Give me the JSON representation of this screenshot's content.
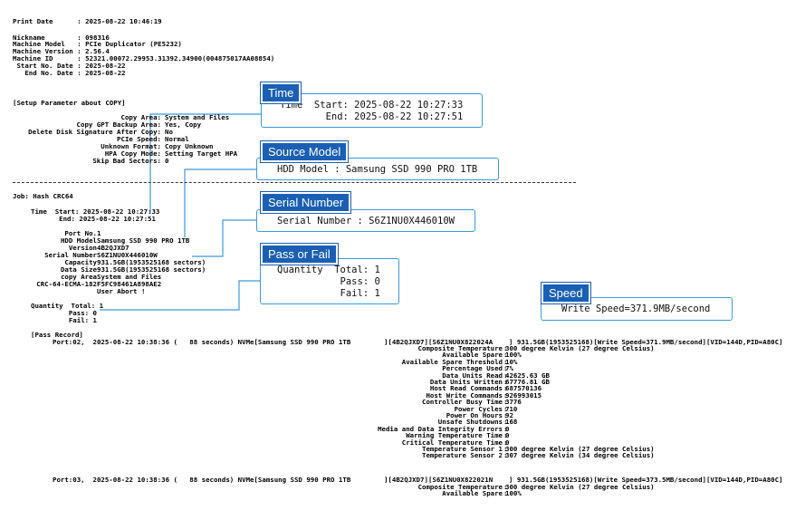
{
  "header": {
    "print_date": "Print Date      : 2025-08-22 10:46:19",
    "nickname": "Nickname        : 098316",
    "machine_model": "Machine Model   : PCIe Duplicator (PE5232)",
    "machine_version": "Machine Version : 2.56.4",
    "machine_id": "Machine ID      : 52321.00072.29953.31392.34900(004875017AA08854)",
    "start_date": " Start No. Date : 2025-08-22",
    "end_date": "   End No. Date : 2025-08-22"
  },
  "setup": {
    "title": "[Setup Parameter about COPY]",
    "labels": [
      "Copy Area:",
      "Copy GPT Backup Area:",
      "Delete Disk Signature After Copy:",
      "PCIe Speed:",
      "Unknown Format:",
      "HPA Copy Mode:",
      "Skip Bad Sectors:"
    ],
    "values": [
      "System and Files",
      "Yes, Copy",
      "No",
      "Normal",
      "Copy Unknown",
      "Setting Target HPA",
      "0"
    ]
  },
  "job": {
    "title": "Job: Hash CRC64",
    "time_start": "Time  Start: 2025-08-22 10:27:33",
    "time_end": "       End: 2025-08-22 10:27:51",
    "labels": [
      "Port No.",
      "HDD Model",
      "Version",
      "Serial Number",
      "Capacity",
      "Data Size",
      "copy Area",
      "CRC-64-ECMA-182"
    ],
    "values": [
      "1",
      "Samsung SSD 990 PRO 1TB",
      "4B2QJXD7",
      "S6Z1NU0X446010W",
      "931.5GB(1953525168 sectors)",
      "931.5GB(1953525168 sectors)",
      "System and Files",
      "F5FC98461A898AE2"
    ],
    "abort": "User Abort !",
    "quantity_total": "Quantity  Total: 1",
    "quantity_pass": "Pass: 0",
    "quantity_fail": "Fail: 1"
  },
  "pass_record": {
    "title": "[Pass Record]",
    "port02_line": "Port:02,  2025-08-22 10:38:36 (   88 seconds) NVMe[Samsung SSD 990 PRO 1TB",
    "port02_right": "][4B2QJXD7][S6Z1NU0X822024A    ] 931.5GB(1953525168)[Write Speed=371.9MB/second][VID=144D,PID=A80C]",
    "smart_labels": [
      "Composite Temperature",
      "Available Spare",
      "Available Spare Threshold",
      "Percentage Used",
      "Data Units Read",
      "Data Units Written",
      "Host Read Commands",
      "Host Write Commands",
      "Controller Busy Time",
      "Power Cycles",
      "Power On Hours",
      "Unsafe Shutdowns",
      "Media and Data Integrity Errors",
      "Warning Temperature Time",
      "Critical Temperature Time",
      "Temperature Sensor 1",
      "Temperature Sensor 2"
    ],
    "smart_values": [
      "300 degree Kelvin (27 degree Celsius)",
      "100%",
      "10%",
      "7%",
      "42625.63 GB",
      "67776.81 GB",
      "687570136",
      "926993015",
      "3776",
      "710",
      "92",
      "168",
      "0",
      "0",
      "0",
      "300 degree Kelvin (27 degree Celsius)",
      "307 degree Kelvin (34 degree Celsius)"
    ],
    "port03_line": "Port:03,  2025-08-22 10:38:36 (   88 seconds) NVMe[Samsung SSD 990 PRO 1TB",
    "port03_right": "][4B2QJXD7][S6Z1NU0X822021N    ] 931.5GB(1953525168)[Write Speed=373.5MB/second][VID=144D,PID=A80C]",
    "port03_labels": [
      "Composite Temperature",
      "Available Spare"
    ],
    "port03_values": [
      "300 degree Kelvin (27 degree Celsius)",
      "100%"
    ]
  },
  "callouts": {
    "time": {
      "title": "Time",
      "text": "Time  Start: 2025-08-22 10:27:33\n        End: 2025-08-22 10:27:51"
    },
    "source_model": {
      "title": "Source Model",
      "text": "HDD Model : Samsung SSD 990 PRO 1TB"
    },
    "serial_number": {
      "title": "Serial Number",
      "text": "Serial Number : S6Z1NU0X446010W"
    },
    "pass_fail": {
      "title": "Pass or Fail",
      "text": "Quantity  Total: 1\n           Pass: 0\n           Fail: 1"
    },
    "speed": {
      "title": "Speed",
      "text": "Write Speed=371.9MB/second"
    }
  },
  "colors": {
    "callout_title_bg": "#1a5fb4",
    "callout_border": "#3a9ad9",
    "connector": "#3a9ad9"
  }
}
